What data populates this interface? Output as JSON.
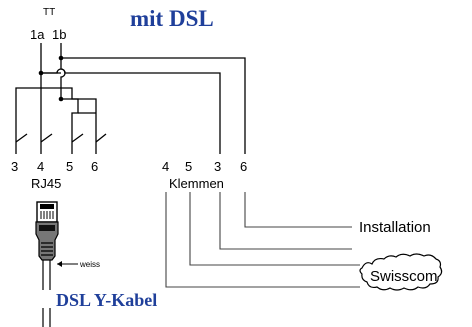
{
  "title": "mit DSL",
  "bottom_title": "DSL Y-Kabel",
  "tt": {
    "label": "TT",
    "terminal_a": "1a",
    "terminal_b": "1b"
  },
  "rj45": {
    "label": "RJ45",
    "pins": [
      "3",
      "4",
      "5",
      "6"
    ]
  },
  "klemmen": {
    "label": "Klemmen",
    "pins": [
      "4",
      "5",
      "3",
      "6"
    ]
  },
  "cable_note": "weiss",
  "outputs": {
    "installation": "Installation",
    "swisscom": "Swisscom"
  },
  "colors": {
    "title": "#1f3f9a",
    "wire": "#000000"
  }
}
